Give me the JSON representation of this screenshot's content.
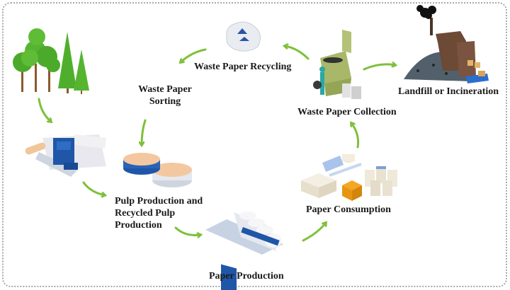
{
  "diagram": {
    "title": "Paper Life Cycle",
    "stages": [
      {
        "id": "forest",
        "label": "",
        "icon": "tree-icon"
      },
      {
        "id": "pulp_production",
        "label_lines": [
          "Pulp Production and",
          "Recycled Pulp",
          "Production"
        ],
        "icon": "pulping-machine-icon"
      },
      {
        "id": "paper_production",
        "label": "Paper Production",
        "icon": "paper-machine-icon"
      },
      {
        "id": "paper_consumption",
        "label": "Paper Consumption",
        "icon": "paper-products-icon"
      },
      {
        "id": "waste_collection",
        "label": "Waste Paper Collection",
        "icon": "waste-bin-icon"
      },
      {
        "id": "landfill",
        "label": "Landfill or Incineration",
        "icon": "landfill-factory-icon"
      },
      {
        "id": "recycling",
        "label": "Waste Paper Recycling",
        "icon": "recycle-paper-icon"
      },
      {
        "id": "sorting",
        "label_lines": [
          "Waste Paper",
          "Sorting"
        ],
        "icon": "pulp-tank-icon"
      }
    ],
    "arrow_color": "#7cc13a",
    "flow": [
      [
        "forest",
        "pulp_production"
      ],
      [
        "sorting",
        "pulp_production"
      ],
      [
        "pulp_production",
        "paper_production"
      ],
      [
        "paper_production",
        "paper_consumption"
      ],
      [
        "paper_consumption",
        "waste_collection"
      ],
      [
        "waste_collection",
        "landfill"
      ],
      [
        "waste_collection",
        "recycling"
      ],
      [
        "recycling",
        "sorting"
      ]
    ]
  }
}
